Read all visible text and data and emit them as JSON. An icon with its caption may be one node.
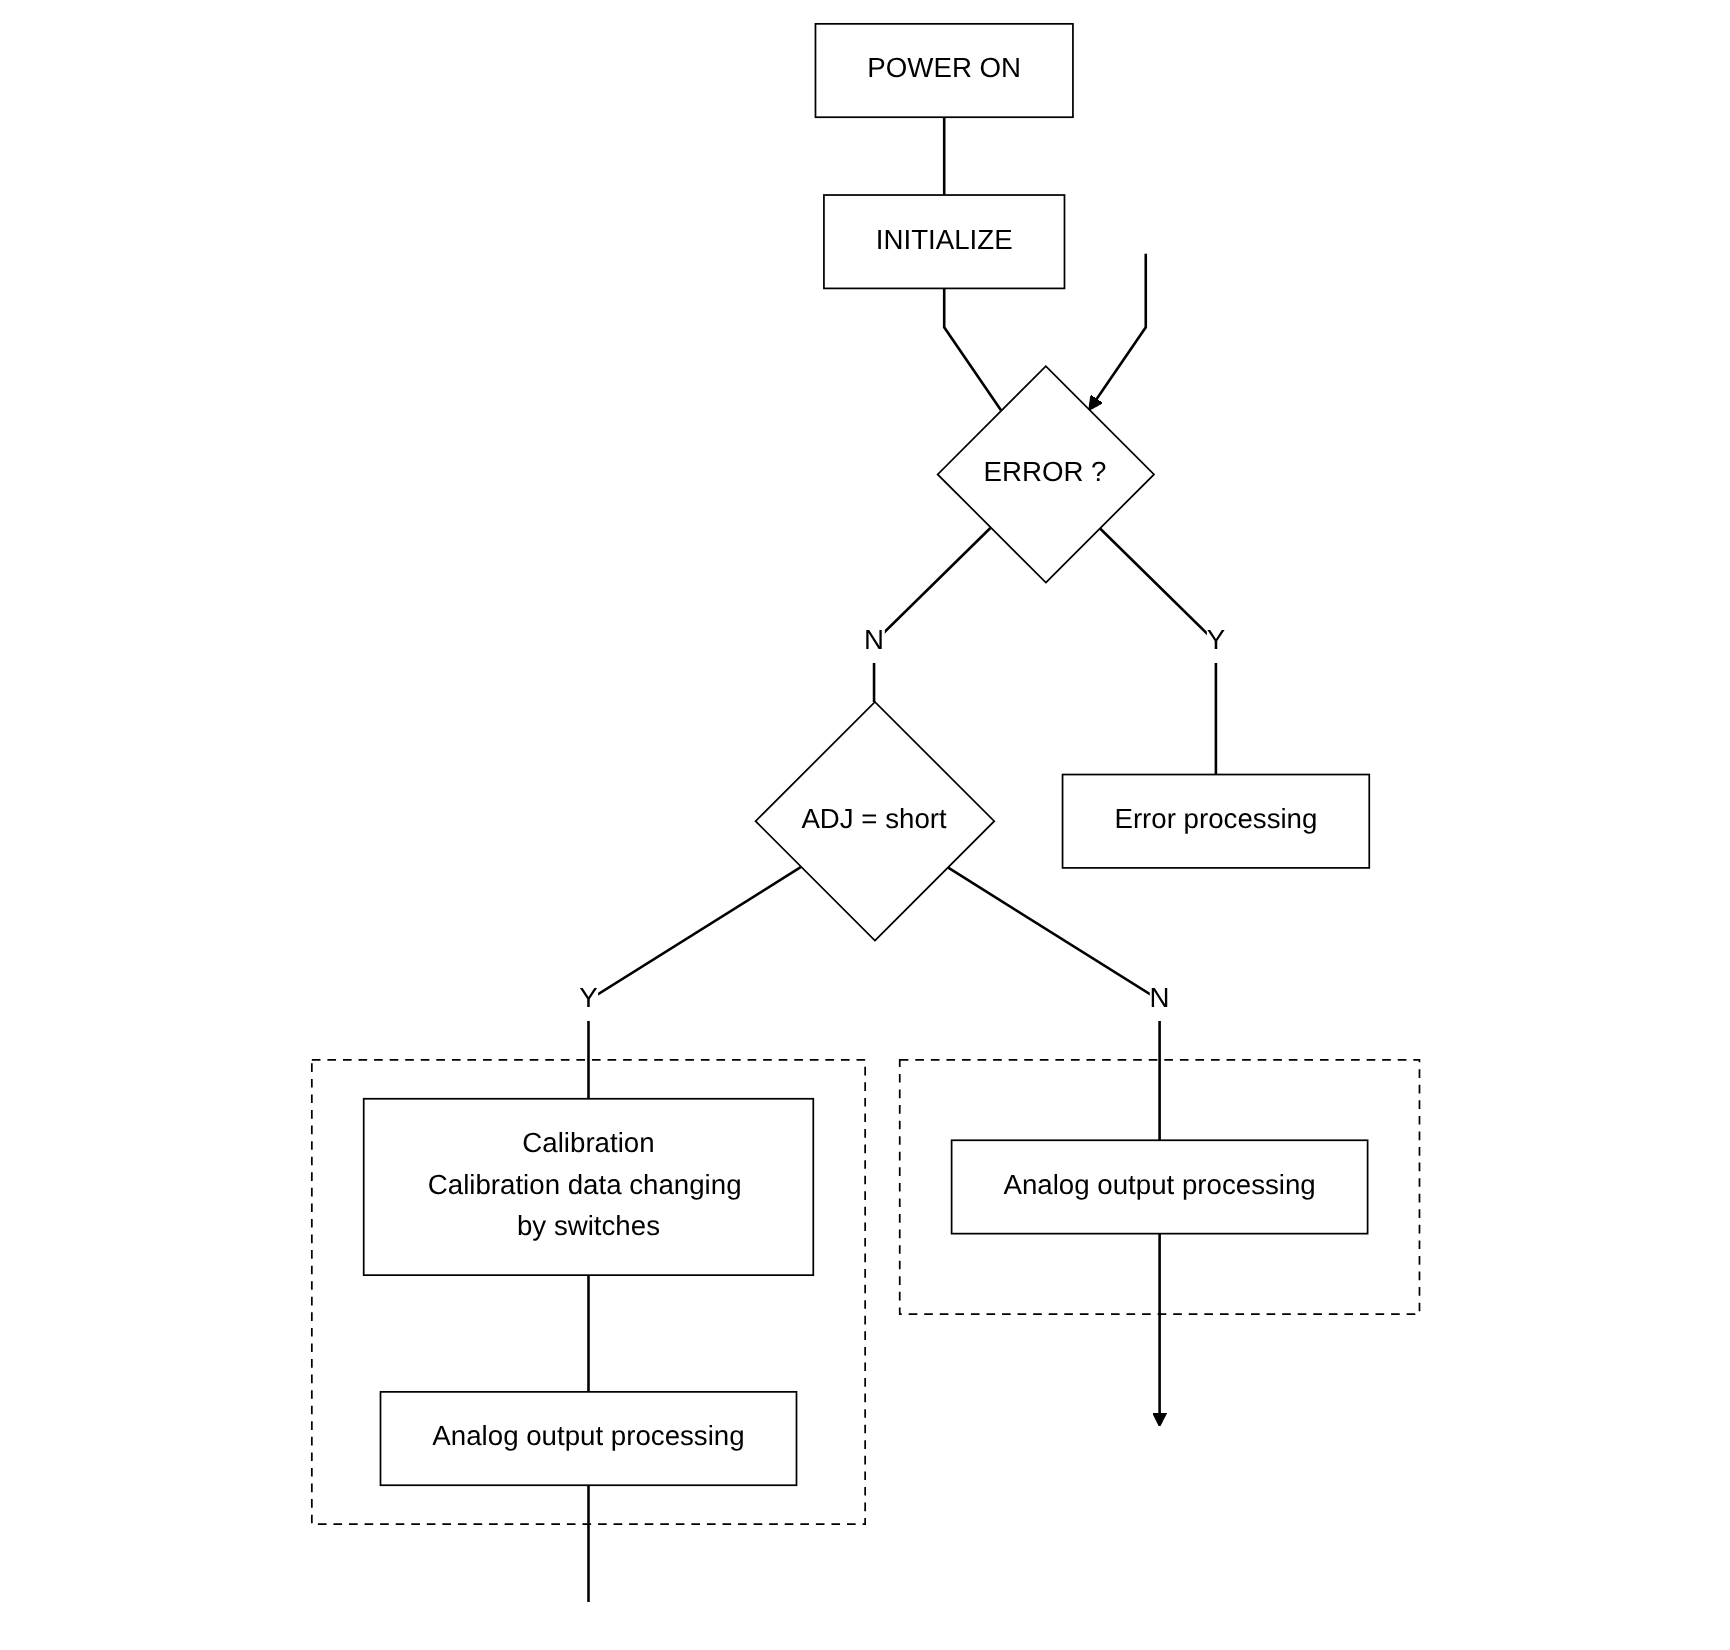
{
  "diagram": {
    "nodes": [
      {
        "text": [
          "POWER ON"
        ]
      },
      {
        "text": [
          "INITIALIZE"
        ]
      },
      {
        "text": [
          "ERROR ?"
        ]
      },
      {
        "text": [
          "ADJ = short"
        ]
      },
      {
        "text": [],
        "shape": "box"
      },
      {
        "text": [
          "Analog output processing"
        ],
        "in": 4
      },
      {
        "text": [],
        "shape": "box"
      },
      {
        "text": [
          "Calibration",
          "Calibration data changing by switches"
        ],
        "in": 6
      },
      {
        "text": [
          "Analog output processing"
        ],
        "in": 6
      },
      {
        "text": [
          "Error processing"
        ]
      }
    ],
    "edges": [
      {
        "from": 0,
        "to": 1,
        "arrow": "none"
      },
      {
        "from": 1,
        "to": 2,
        "arrow": "none"
      },
      {
        "from": null,
        "to": 2,
        "arrow": "to"
      },
      {
        "from": 2,
        "to": 9,
        "label": "Y",
        "arrow": "none"
      },
      {
        "from": 2,
        "to": 3,
        "label": "N",
        "arrow": "none"
      },
      {
        "from": 3,
        "to": 7,
        "label": "Y",
        "arrow": "none"
      },
      {
        "from": 3,
        "to": 5,
        "label": "N",
        "arrow": "none"
      },
      {
        "from": 7,
        "to": 8,
        "arrow": "none"
      },
      {
        "from": 5,
        "to": null,
        "arrow": "to"
      },
      {
        "from": 8,
        "to": null,
        "arrow": "none"
      }
    ]
  }
}
